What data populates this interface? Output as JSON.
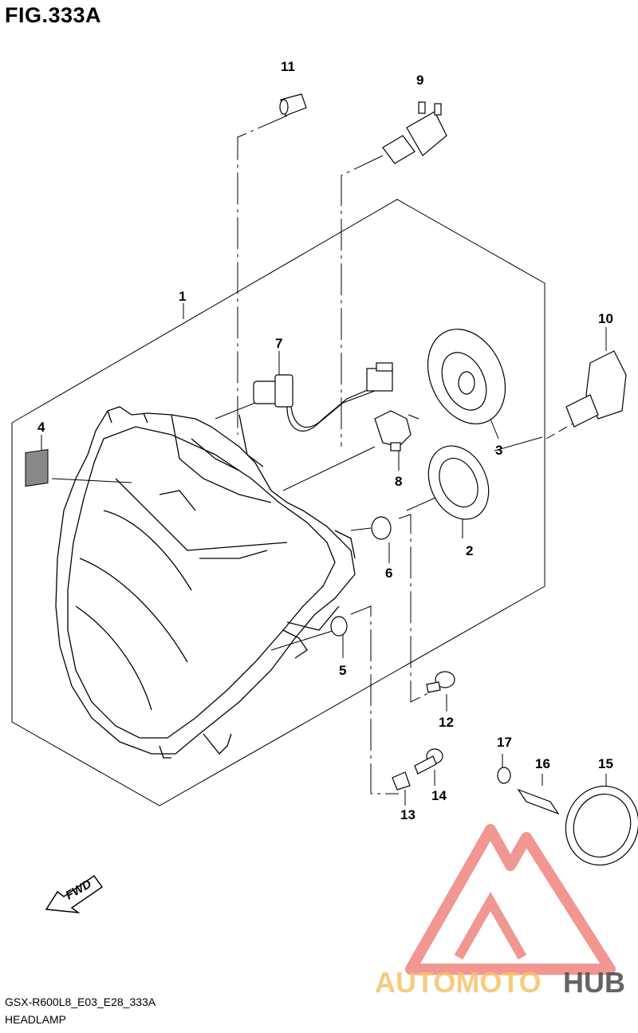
{
  "figure": {
    "title": "FIG.333A",
    "code": "GSX-R600L8_E03_E28_333A",
    "name": "HEADLAMP"
  },
  "direction_tag": "FWD",
  "watermark": {
    "part1": "AUTOMOTO",
    "part2": "HUB",
    "color_light": "#f6c36b",
    "color_dark": "#4a4a4a",
    "color_triangle": "#e9423a"
  },
  "callouts": {
    "c1": "1",
    "c2": "2",
    "c3": "3",
    "c4": "4",
    "c5": "5",
    "c6": "6",
    "c7": "7",
    "c8": "8",
    "c9": "9",
    "c10": "10",
    "c11": "11",
    "c12": "12",
    "c13": "13",
    "c14": "14",
    "c15": "15",
    "c16": "16",
    "c17": "17"
  }
}
